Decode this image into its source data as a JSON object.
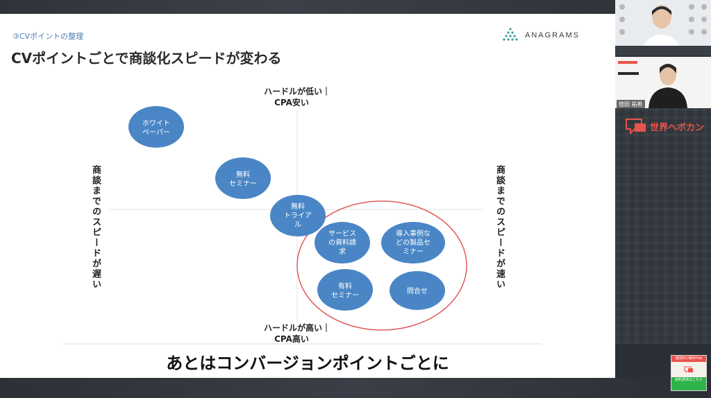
{
  "slide": {
    "section_label": "③CVポイントの整理",
    "title": "CVポイントごとで商談化スピードが変わる",
    "logo_text": "ANAGRAMS",
    "top_axis_line1": "ハードルが低い｜",
    "top_axis_line2": "CPA安い",
    "bottom_axis_line1": "ハードルが高い｜",
    "bottom_axis_line2": "CPA高い",
    "left_axis": "商談までのスピードが遅い",
    "right_axis": "商談までのスピードが速い",
    "bubbles": [
      {
        "line1": "ホワイト",
        "line2": "ペーパー",
        "line3": ""
      },
      {
        "line1": "無料",
        "line2": "セミナー",
        "line3": ""
      },
      {
        "line1": "無料",
        "line2": "トライア",
        "line3": "ル"
      },
      {
        "line1": "サービス",
        "line2": "の資料請",
        "line3": "求"
      },
      {
        "line1": "導入事例な",
        "line2": "どの製品セ",
        "line3": "ミナー"
      },
      {
        "line1": "有料",
        "line2": "セミナー",
        "line3": ""
      },
      {
        "line1": "問合せ",
        "line2": "",
        "line3": ""
      }
    ],
    "colors": {
      "bubble": "#4a86c5",
      "highlight": "#e05a5a"
    }
  },
  "subtitle": "あとはコンバージョンポイントごとに",
  "video": {
    "cam2_name": "徳田 祐希"
  },
  "brand": {
    "name": "世界へボカン"
  },
  "badge": {
    "top": "越境EC/海外Hub",
    "bottom": "資料請求はこちら"
  }
}
